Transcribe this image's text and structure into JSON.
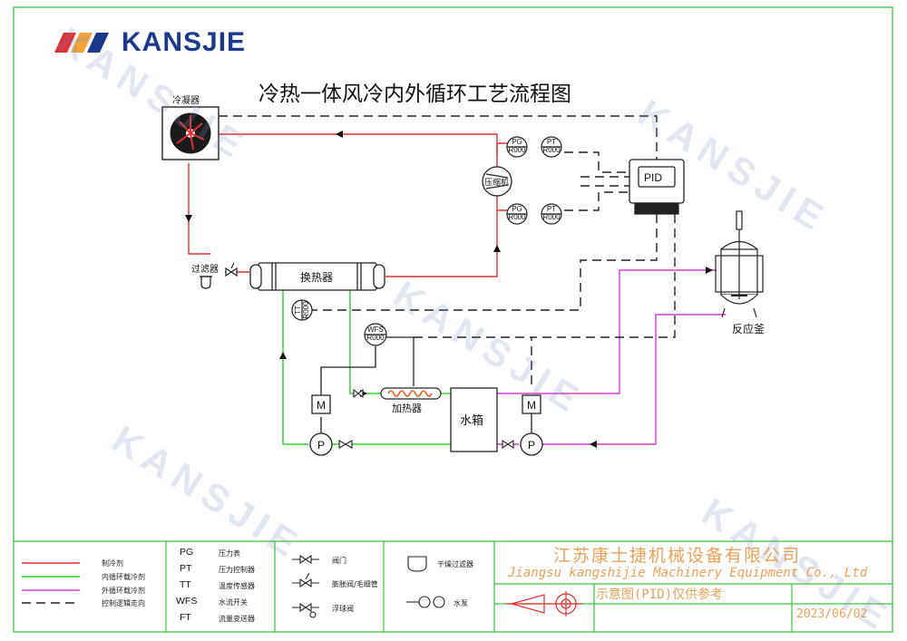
{
  "brand": {
    "logo_text": "KANSJIE",
    "watermark_text": "KANSJIE"
  },
  "title": "冷热一体风冷内外循环工艺流程图",
  "components": {
    "condenser": "冷凝器",
    "compressor": "压缩机",
    "filter": "过滤器",
    "heat_exchanger": "换热器",
    "heater": "加热器",
    "water_tank": "水箱",
    "reactor": "反应釜",
    "pid_controller": "PID",
    "motor": "M",
    "pump": "P"
  },
  "instruments": {
    "pg_top": [
      "PG",
      "R000"
    ],
    "pt_top": [
      "PT",
      "R000"
    ],
    "pg_bottom": [
      "PG",
      "R000"
    ],
    "pt_bottom": [
      "PT",
      "R000"
    ],
    "tt": [
      "TT",
      "R000"
    ],
    "wfs": [
      "WFS",
      "R000"
    ]
  },
  "legend": {
    "lines": [
      {
        "label": "制冷剂",
        "color": "#e03030"
      },
      {
        "label": "内循环载冷剂",
        "color": "#2fcf2f"
      },
      {
        "label": "外循环载冷剂",
        "color": "#d23cd2"
      },
      {
        "label": "控制逻辑走向",
        "color": "#222222"
      }
    ],
    "codes": [
      {
        "code": "PG",
        "desc": "压力表"
      },
      {
        "code": "PT",
        "desc": "压力控制器"
      },
      {
        "code": "TT",
        "desc": "温度传感器"
      },
      {
        "code": "WFS",
        "desc": "水流开关"
      },
      {
        "code": "FT",
        "desc": "流量变送器"
      }
    ],
    "symbols": [
      {
        "desc": "阀门"
      },
      {
        "desc": "膨胀阀/毛细管"
      },
      {
        "desc": "浮球阀"
      },
      {
        "desc": "干燥过滤器"
      },
      {
        "desc": "水泵"
      }
    ]
  },
  "title_block": {
    "company_cn": "江苏康士捷机械设备有限公司",
    "company_en": "Jiangsu kangshijie Machinery Equipment Co., Ltd",
    "note": "示意图(PID)仅供参考",
    "date": "2023/06/02"
  },
  "colors": {
    "refrigerant": "#e03030",
    "inner_loop": "#2fcf2f",
    "outer_loop": "#d23cd2",
    "control": "#222222",
    "border": "#3cc43c",
    "company_text": "#e8a25a",
    "brand": "#1b3a8c"
  }
}
